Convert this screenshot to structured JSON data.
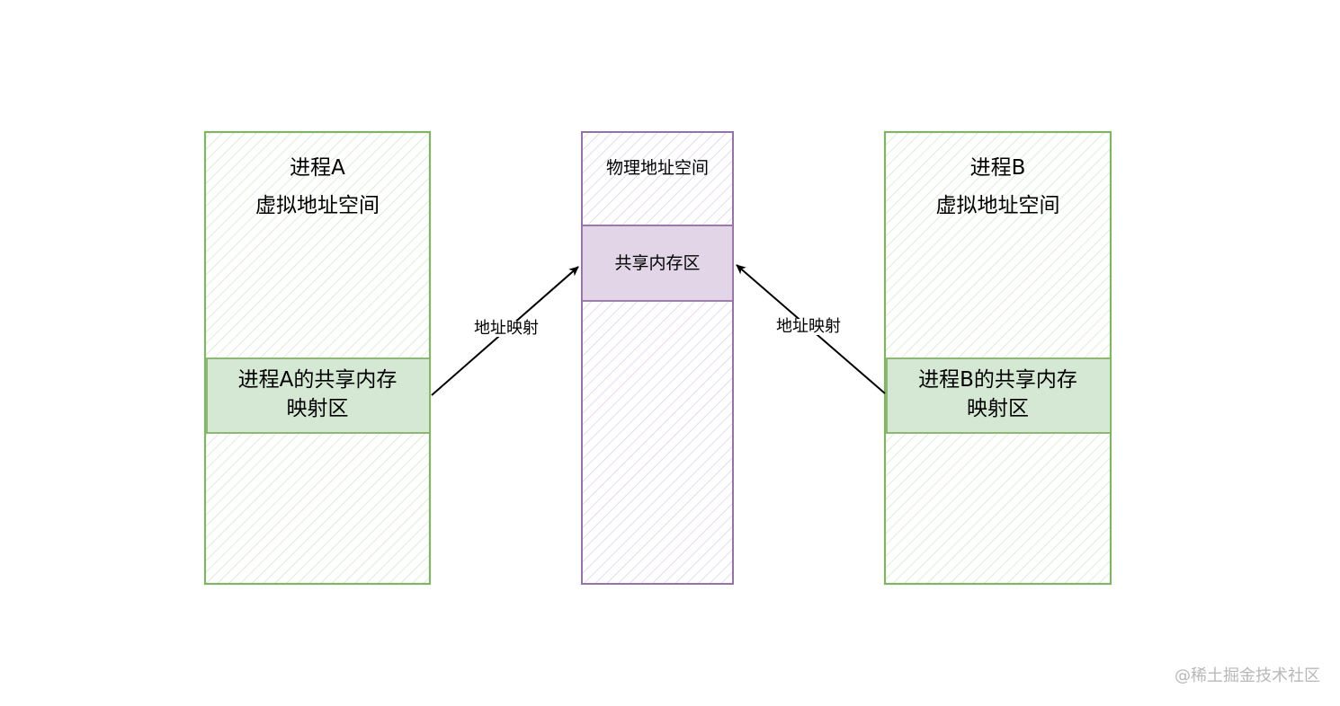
{
  "colors": {
    "green_stroke": "#82b366",
    "green_fill": "#d5e8d4",
    "purple_stroke": "#9673a6",
    "purple_fill": "#e1d5e7",
    "arrow": "#000000"
  },
  "process_a": {
    "title": "进程A",
    "subtitle": "虚拟地址空间",
    "shared_line1": "进程A的共享内存",
    "shared_line2": "映射区"
  },
  "physical": {
    "title": "物理地址空间",
    "shared": "共享内存区"
  },
  "process_b": {
    "title": "进程B",
    "subtitle": "虚拟地址空间",
    "shared_line1": "进程B的共享内存",
    "shared_line2": "映射区"
  },
  "arrows": {
    "left_label": "地址映射",
    "right_label": "地址映射"
  },
  "watermark": "@稀土掘金技术社区"
}
